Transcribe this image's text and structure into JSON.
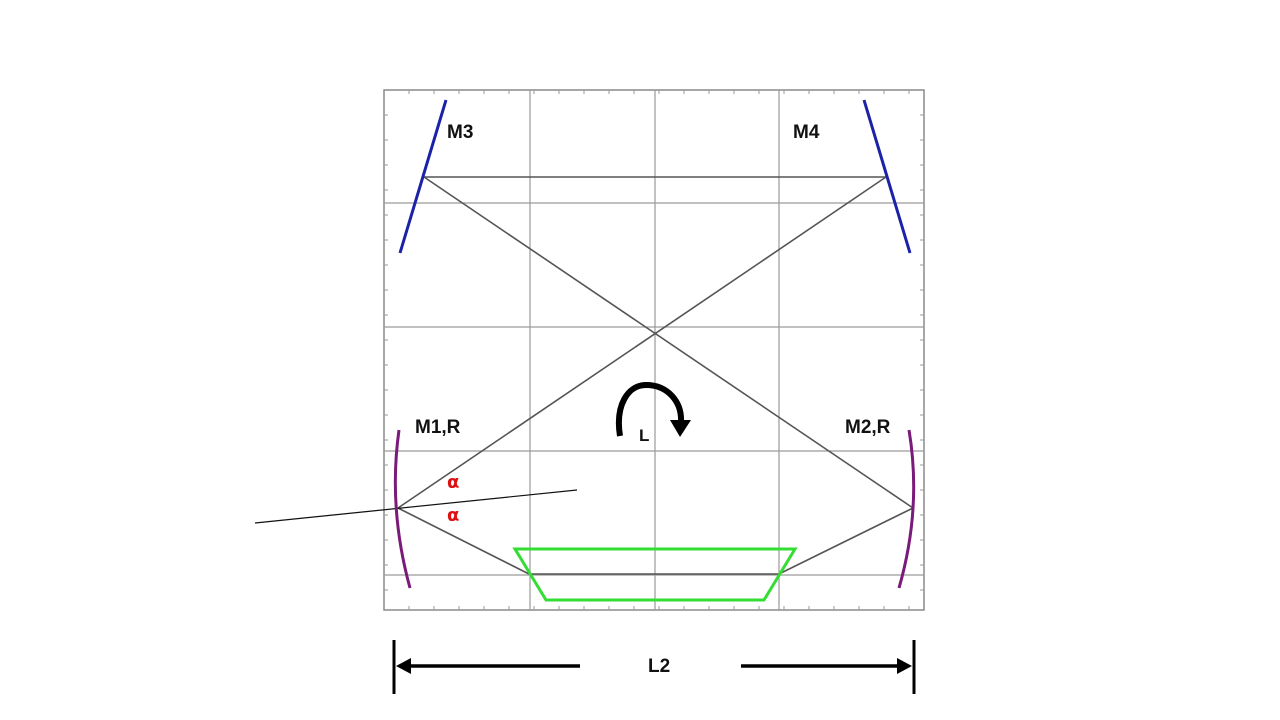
{
  "labels": {
    "m3": "M3",
    "m4": "M4",
    "m1": "M1,R",
    "m2": "M2,R",
    "rotation": "L",
    "alpha_upper": "α",
    "alpha_lower": "α",
    "span": "L2"
  },
  "colors": {
    "background": "#ffffff",
    "grid_border": "#8a8a8a",
    "grid_line": "#9a9a9a",
    "beam": "#555555",
    "flat_mirror": "#1a22a8",
    "curved_mirror": "#7a1a7a",
    "crystal": "#33dd33",
    "alpha_text": "#dd1111",
    "arrow": "#000000"
  },
  "icons": {
    "rotation": "curved-arrow-clockwise-icon",
    "dimension": "double-headed-arrow-icon"
  }
}
